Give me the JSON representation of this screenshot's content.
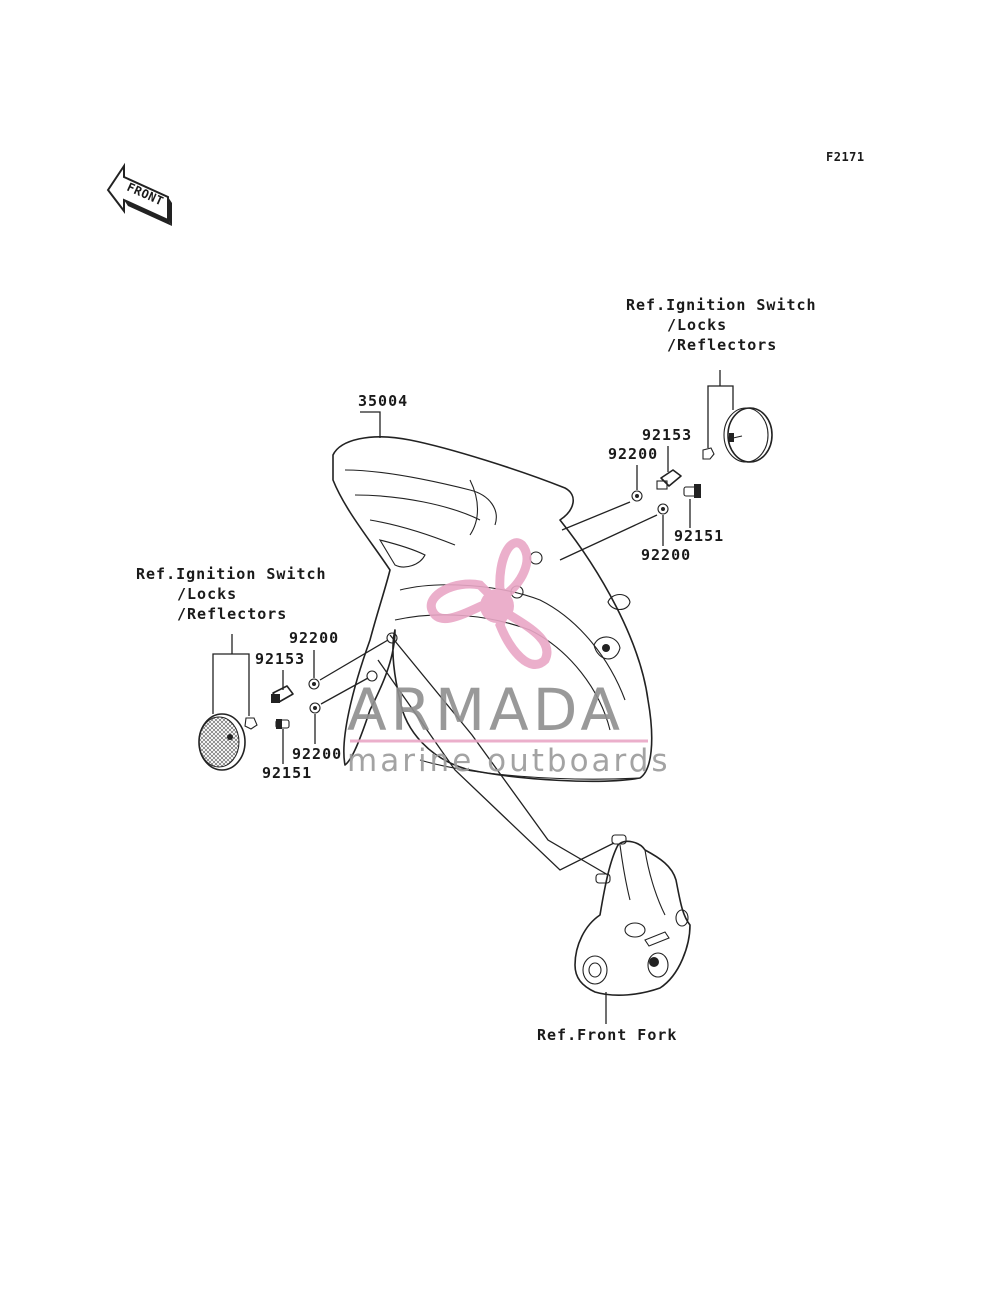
{
  "diagram": {
    "figure_code": "F2171",
    "front_arrow_label": "FRONT",
    "labels": {
      "fender": "35004",
      "ref_right_line1": "Ref.Ignition Switch",
      "ref_right_line2": "/Locks",
      "ref_right_line3": "/Reflectors",
      "ref_left_line1": "Ref.Ignition Switch",
      "ref_left_line2": "/Locks",
      "ref_left_line3": "/Reflectors",
      "ref_fork": "Ref.Front Fork",
      "r_92153": "92153",
      "r_92200_top": "92200",
      "r_92151": "92151",
      "r_92200_bottom": "92200",
      "l_92200_top": "92200",
      "l_92153": "92153",
      "l_92200_bottom": "92200",
      "l_92151": "92151"
    }
  },
  "watermark": {
    "brand": "ARMADA",
    "tagline": "marine outboards",
    "logo_color": "#e9a7c6"
  }
}
